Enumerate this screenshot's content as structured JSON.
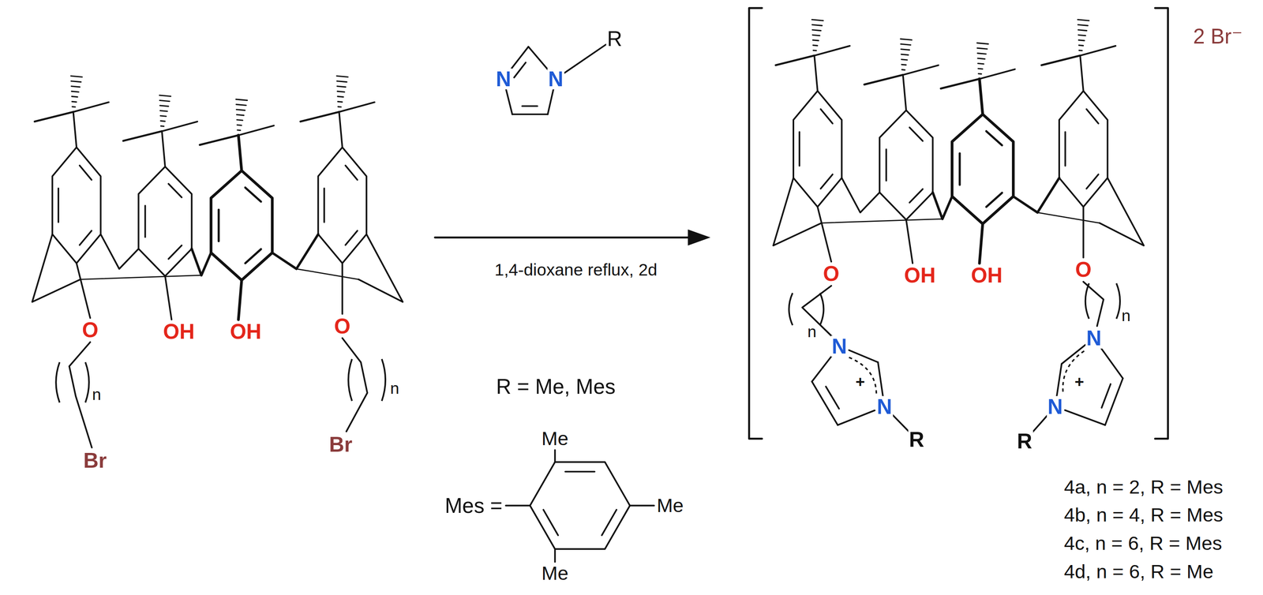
{
  "diagram": {
    "labels": [
      "O",
      "OH",
      "OH",
      "O",
      "n",
      "n",
      "Br",
      "Br",
      "N",
      "N",
      "R",
      "1,4-dioxane reflux, 2d",
      "R = Me, Mes",
      "Mes =",
      "Me",
      "Me",
      "Me",
      "O",
      "OH",
      "OH",
      "O",
      "n",
      "n",
      "N",
      "+",
      "N",
      "R",
      "N",
      "+",
      "N",
      "R",
      "2 Br⁻",
      "4a, n = 2, R = Mes",
      "4b, n = 4, R = Mes",
      "4c, n = 6, R = Mes",
      "4d, n = 6, R = Me"
    ]
  }
}
